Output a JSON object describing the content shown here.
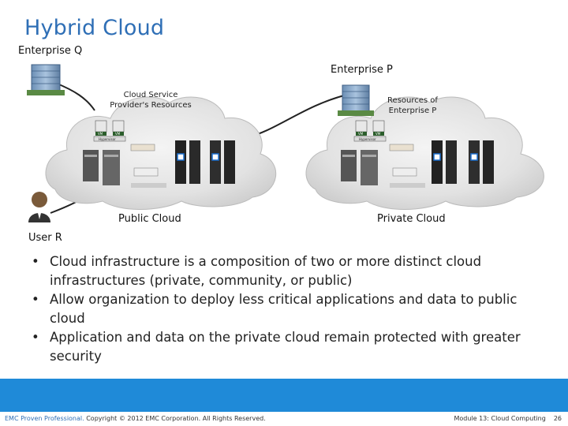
{
  "slide": {
    "title": "Hybrid Cloud"
  },
  "diagram": {
    "enterprise_q": "Enterprise Q",
    "enterprise_p": "Enterprise P",
    "user_r": "User R",
    "public_cloud": {
      "resources_line1": "Cloud Service",
      "resources_line2": "Provider's Resources",
      "label": "Public Cloud"
    },
    "private_cloud": {
      "resources_line1": "Resources of",
      "resources_line2": "Enterprise P",
      "label": "Private Cloud"
    },
    "vm_label": "VM",
    "hypervisor_label": "Hypervisor"
  },
  "bullets": [
    "Cloud infrastructure is a composition of two or more distinct cloud infrastructures (private, community, or public)",
    "Allow organization to deploy less critical applications and data to public cloud",
    "Application and data on the private cloud remain protected with greater security"
  ],
  "bullet_glyph": "•",
  "footer": {
    "brand": "EMC Proven Professional.",
    "copyright": " Copyright © 2012 EMC Corporation. All Rights Reserved.",
    "module": "Module 13: Cloud Computing",
    "page": "26"
  },
  "colors": {
    "title": "#2f6fb6",
    "footer_bar": "#1f8ad8"
  }
}
